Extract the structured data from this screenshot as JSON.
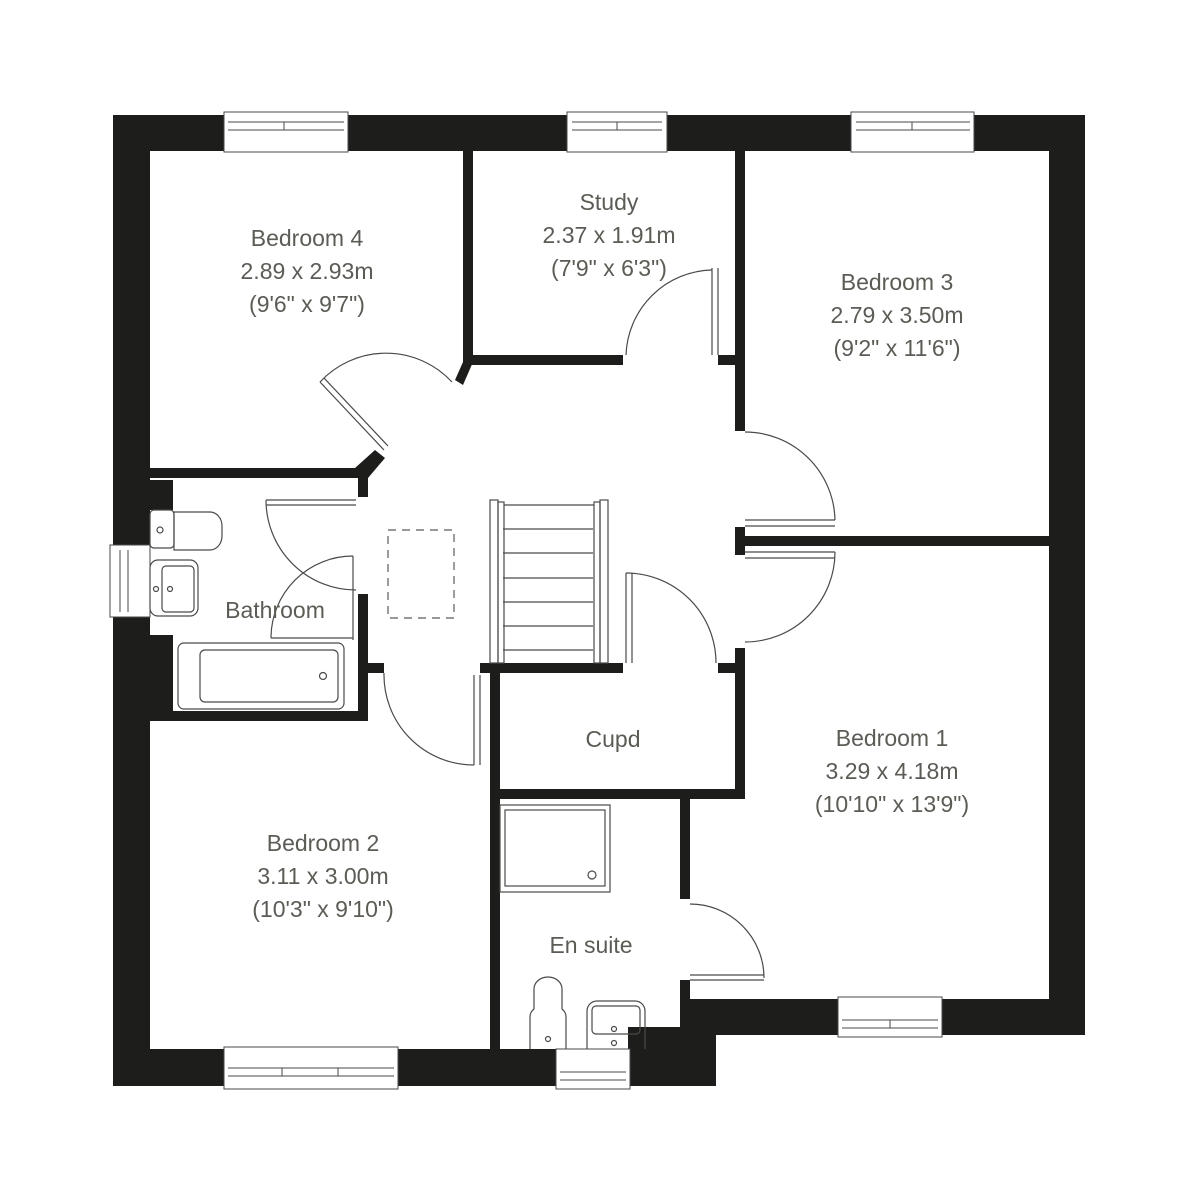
{
  "colors": {
    "wall": "#1d1d1b",
    "background": "#ffffff",
    "label": "#5c5b55",
    "fixture_line": "#4a4a48"
  },
  "floorplan": {
    "rooms": [
      {
        "id": "bedroom-4",
        "name": "Bedroom 4",
        "metric": "2.89 x 2.93m",
        "imperial": "(9'6\" x 9'7\")"
      },
      {
        "id": "study",
        "name": "Study",
        "metric": "2.37 x 1.91m",
        "imperial": "(7'9\" x 6'3\")"
      },
      {
        "id": "bedroom-3",
        "name": "Bedroom 3",
        "metric": "2.79 x 3.50m",
        "imperial": "(9'2\" x 11'6\")"
      },
      {
        "id": "bathroom",
        "name": "Bathroom"
      },
      {
        "id": "cupd",
        "name": "Cupd"
      },
      {
        "id": "bedroom-1",
        "name": "Bedroom 1",
        "metric": "3.29 x 4.18m",
        "imperial": "(10'10\" x 13'9\")"
      },
      {
        "id": "bedroom-2",
        "name": "Bedroom 2",
        "metric": "3.11 x 3.00m",
        "imperial": "(10'3\" x 9'10\")"
      },
      {
        "id": "en-suite",
        "name": "En suite"
      }
    ],
    "icons": [
      "door-swing-icon",
      "window-icon",
      "stairs-icon",
      "toilet-icon",
      "basin-icon",
      "bath-icon",
      "shower-tray-icon",
      "loft-hatch-icon"
    ]
  }
}
